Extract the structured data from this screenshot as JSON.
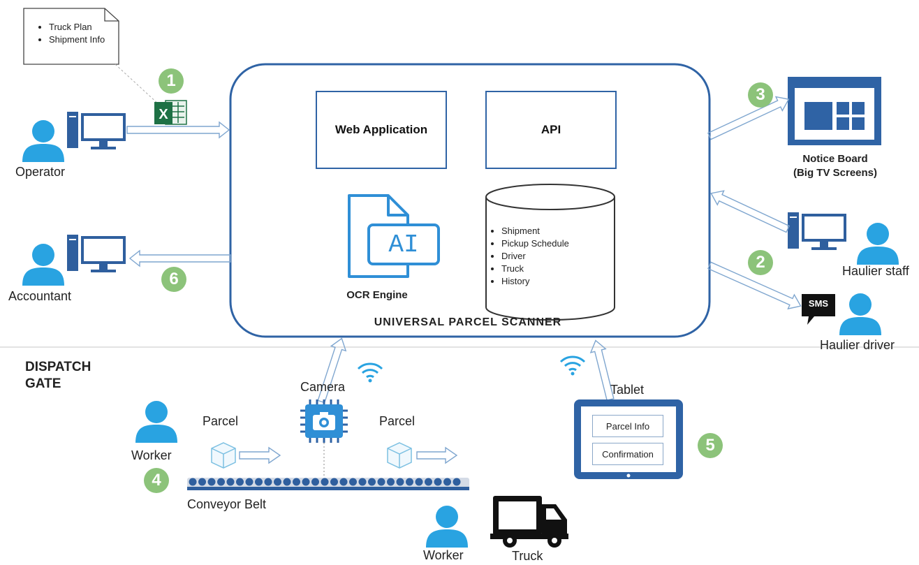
{
  "note": {
    "items": [
      "Truck Plan",
      "Shipment Info"
    ]
  },
  "operator_label": "Operator",
  "accountant_label": "Accountant",
  "system": {
    "web_app": "Web Application",
    "api": "API",
    "ocr_glyph": "AI",
    "ocr_label": "OCR Engine",
    "database_items": [
      "Shipment",
      "Pickup Schedule",
      "Driver",
      "Truck",
      "History"
    ],
    "title": "UNIVERSAL PARCEL SCANNER"
  },
  "notice_board": {
    "line1": "Notice Board",
    "line2": "(Big TV Screens)"
  },
  "haulier_staff_label": "Haulier staff",
  "haulier_driver_label": "Haulier driver",
  "sms_label": "SMS",
  "dispatch_gate": {
    "line1": "DISPATCH",
    "line2": "GATE"
  },
  "camera_label": "Camera",
  "parcel_label": "Parcel",
  "tablet": {
    "label": "Tablet",
    "button1": "Parcel Info",
    "button2": "Confirmation"
  },
  "worker_label": "Worker",
  "conveyor_label": "Conveyor Belt",
  "truck_label": "Truck",
  "steps": [
    "1",
    "2",
    "3",
    "4",
    "5",
    "6"
  ],
  "colors": {
    "accent_blue": "#2f63a5",
    "person_blue": "#29a3e1",
    "step_green": "#8cc37a",
    "excel_green": "#1e7145"
  }
}
